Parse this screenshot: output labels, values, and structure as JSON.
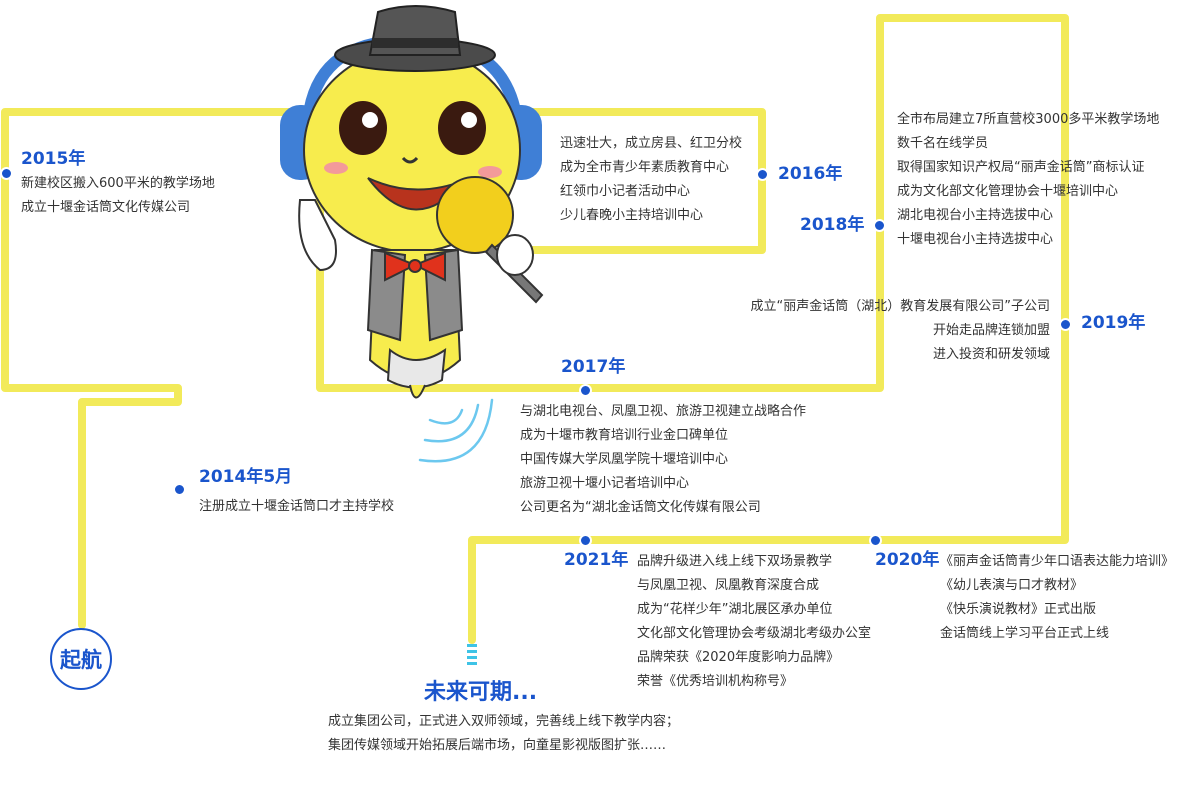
{
  "start_label": "起航",
  "milestones": [
    {
      "year": "2014年5月",
      "lines": [
        "注册成立十堰金话筒口才主持学校"
      ]
    },
    {
      "year": "2015年",
      "lines": [
        "新建校区搬入600平米的教学场地",
        "成立十堰金话筒文化传媒公司"
      ]
    },
    {
      "year": "2016年",
      "lines": [
        "迅速壮大，成立房县、红卫分校",
        "成为全市青少年素质教育中心",
        " 红领巾小记者活动中心",
        "少儿春晚小主持培训中心"
      ]
    },
    {
      "year": "2017年",
      "lines": [
        "与湖北电视台、凤凰卫视、旅游卫视建立战略合作",
        "成为十堰市教育培训行业金口碑单位",
        "中国传媒大学凤凰学院十堰培训中心",
        "旅游卫视十堰小记者培训中心",
        "公司更名为“湖北金话筒文化传媒有限公司"
      ]
    },
    {
      "year": "2018年",
      "lines": [
        "全市布局建立7所直营校3000多平米教学场地",
        "数千名在线学员",
        "取得国家知识产权局“丽声金话筒”商标认证",
        "成为文化部文化管理协会十堰培训中心",
        "湖北电视台小主持选拔中心",
        "十堰电视台小主持选拔中心"
      ]
    },
    {
      "year": "2019年",
      "lines": [
        "成立“丽声金话筒（湖北）教育发展有限公司”子公司",
        "开始走品牌连锁加盟",
        "进入投资和研发领域"
      ]
    },
    {
      "year": "2020年",
      "lines": [
        "《丽声金话筒青少年口语表达能力培训》",
        "《幼儿表演与口才教材》",
        "《快乐演说教材》正式出版",
        "金话筒线上学习平台正式上线"
      ]
    },
    {
      "year": "2021年",
      "lines": [
        "品牌升级进入线上线下双场景教学",
        "与凤凰卫视、凤凰教育深度合成",
        "成为“花样少年”湖北展区承办单位",
        "文化部文化管理协会考级湖北考级办公室",
        "品牌荣获《2020年度影响力品牌》",
        "荣誉《优秀培训机构称号》"
      ]
    }
  ],
  "future": {
    "title": "未来可期...",
    "lines": [
      "成立集团公司，正式进入双师领域，完善线上线下教学内容；",
      "集团传媒领域开始拓展后端市场，向童星影视版图扩张……"
    ]
  },
  "colors": {
    "path": "#f2ea5a",
    "accent": "#1a55cc",
    "text": "#333333",
    "mascot_face": "#f7ec4d",
    "headphone": "#3f7fd6"
  }
}
